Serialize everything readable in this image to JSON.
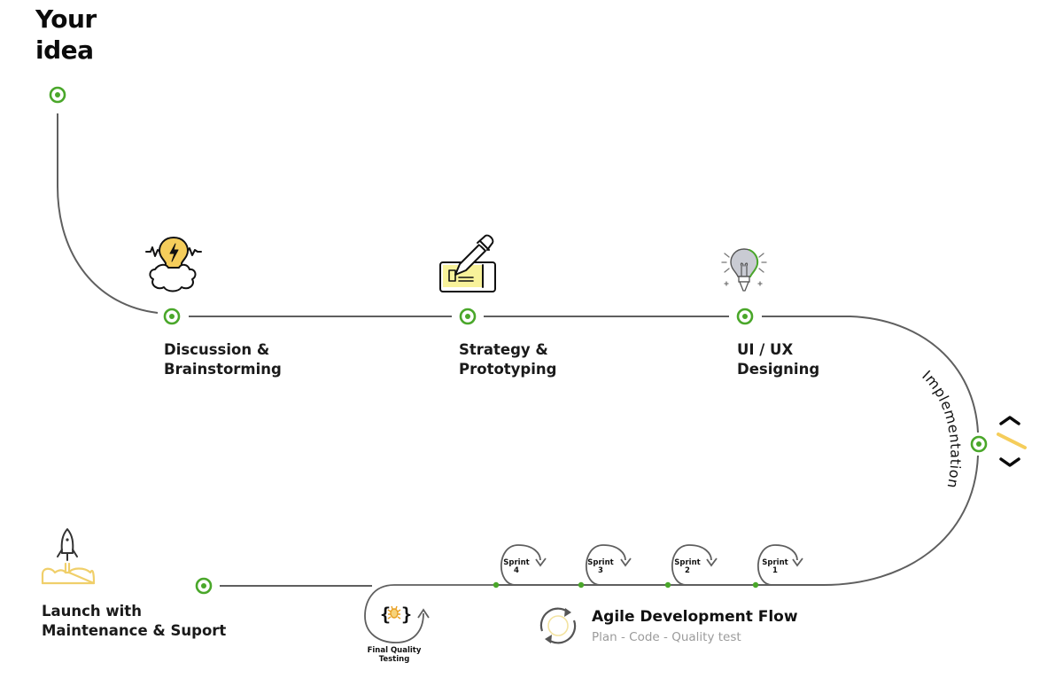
{
  "title": {
    "line1": "Your",
    "line2": "idea"
  },
  "stages": [
    {
      "id": "discussion",
      "line1": "Discussion &",
      "line2": "Brainstorming",
      "icon": "lightbulb-cloud-icon"
    },
    {
      "id": "strategy",
      "line1": "Strategy &",
      "line2": "Prototyping",
      "icon": "prototype-pen-icon"
    },
    {
      "id": "uiux",
      "line1": "UI / UX",
      "line2": "Designing",
      "icon": "design-bulb-icon"
    },
    {
      "id": "implementation",
      "label": "Implementation",
      "icon": "code-brackets-icon"
    },
    {
      "id": "launch",
      "line1": "Launch with",
      "line2": "Maintenance & Suport",
      "icon": "rocket-launch-icon"
    }
  ],
  "sprints": [
    {
      "word": "Sprint",
      "num": "1"
    },
    {
      "word": "Sprint",
      "num": "2"
    },
    {
      "word": "Sprint",
      "num": "3"
    },
    {
      "word": "Sprint",
      "num": "4"
    }
  ],
  "final_testing": {
    "line1": "Final Quality",
    "line2": "Testing",
    "icon": "bug-code-icon"
  },
  "agile": {
    "title": "Agile Development Flow",
    "subtitle": "Plan - Code - Quality test",
    "icon": "cycle-arrows-icon"
  },
  "colors": {
    "accent_green": "#4aa72a",
    "line_gray": "#5a5a5a",
    "icon_yellow": "#f5cd5b",
    "text_dark": "#111111",
    "text_muted": "#9b9b9b"
  }
}
